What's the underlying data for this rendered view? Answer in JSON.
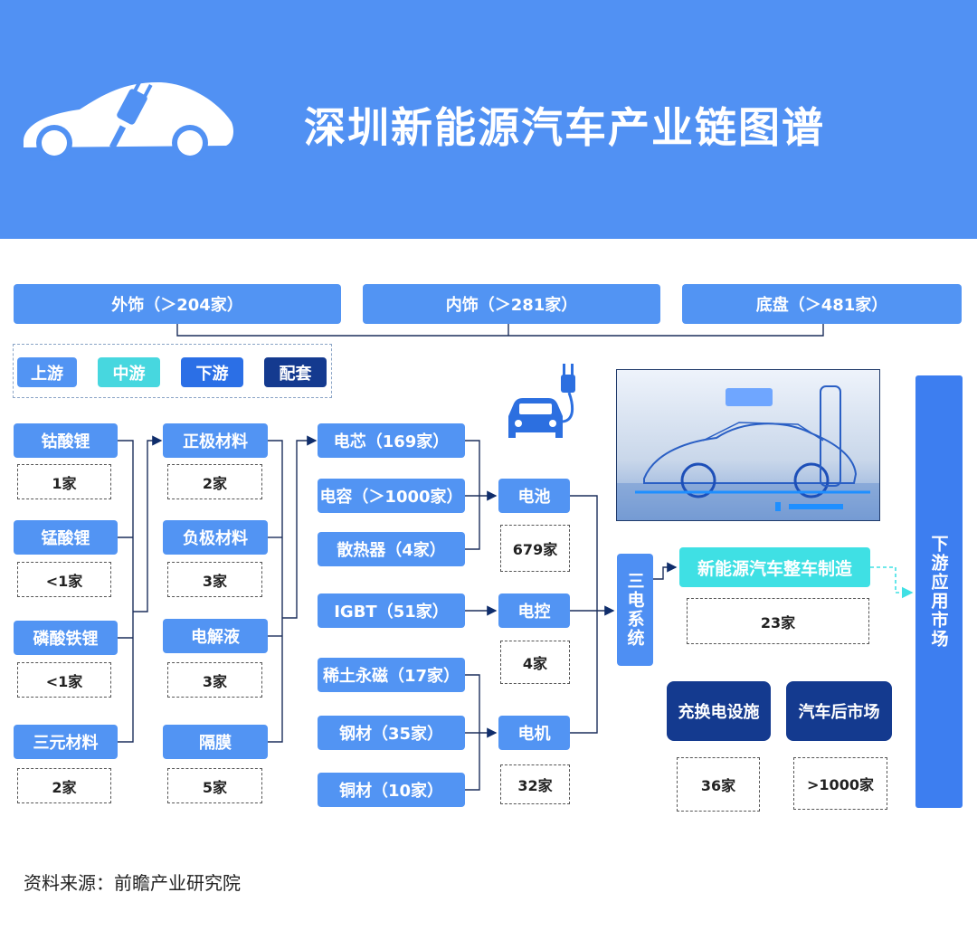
{
  "header": {
    "title": "深圳新能源汽车产业链图谱",
    "background_color": "#5191f3",
    "logo_icon": "electric-car-plug-icon"
  },
  "top_parts": [
    {
      "label": "外饰（＞204家）"
    },
    {
      "label": "内饰（＞281家）"
    },
    {
      "label": "底盘（＞481家）"
    }
  ],
  "legend": {
    "upstream": "上游",
    "midstream": "中游",
    "downstream": "下游",
    "supporting": "配套",
    "colors": {
      "upstream": "#5294f3",
      "midstream": "#47d7df",
      "downstream": "#2b6fe6",
      "supporting": "#143a8f"
    }
  },
  "raw_materials": [
    {
      "label": "钴酸锂",
      "count": "1家"
    },
    {
      "label": "锰酸锂",
      "count": "<1家"
    },
    {
      "label": "磷酸铁锂",
      "count": "<1家"
    },
    {
      "label": "三元材料",
      "count": "2家"
    }
  ],
  "battery_materials": [
    {
      "label": "正极材料",
      "count": "2家"
    },
    {
      "label": "负极材料",
      "count": "3家"
    },
    {
      "label": "电解液",
      "count": "3家"
    },
    {
      "label": "隔膜",
      "count": "5家"
    }
  ],
  "components": [
    {
      "label": "电芯（169家）"
    },
    {
      "label": "电容（＞1000家）"
    },
    {
      "label": "散热器（4家）"
    },
    {
      "label": "IGBT（51家）"
    },
    {
      "label": "稀土永磁（17家）"
    },
    {
      "label": "钢材（35家）"
    },
    {
      "label": "铜材（10家）"
    }
  ],
  "systems": [
    {
      "label": "电池",
      "count": "679家"
    },
    {
      "label": "电控",
      "count": "4家"
    },
    {
      "label": "电机",
      "count": "32家"
    }
  ],
  "three_electric": {
    "label": "三电系统"
  },
  "vehicle": {
    "label": "新能源汽车整车制造",
    "count": "23家"
  },
  "supporting": [
    {
      "label": "充换电设施",
      "count": "36家"
    },
    {
      "label": "汽车后市场",
      "count": ">1000家"
    }
  ],
  "downstream_market": {
    "label": "下游应用市场"
  },
  "icons": {
    "ev_icon": "electric-car-icon",
    "photo": "charging-car-illustration"
  },
  "source": "资料来源：前瞻产业研究院"
}
